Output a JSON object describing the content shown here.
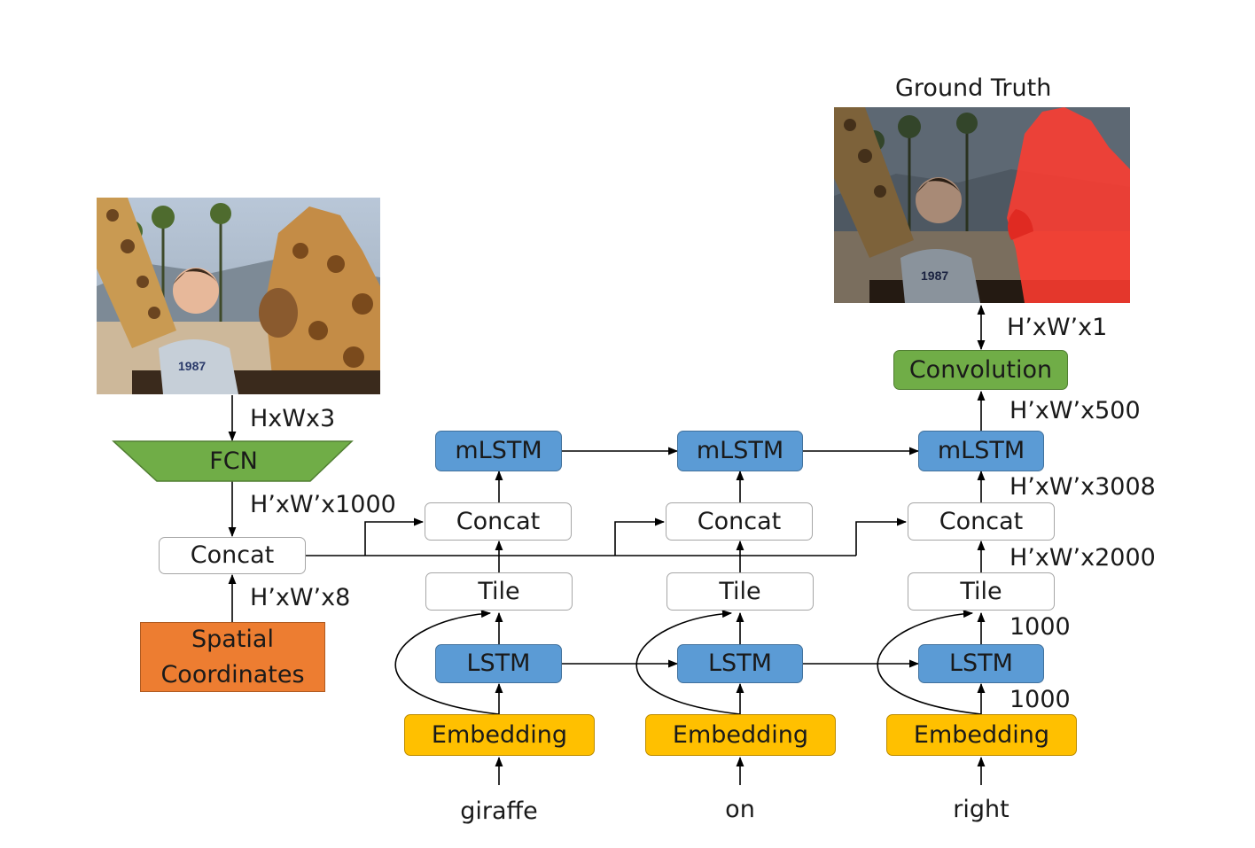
{
  "gt_title": "Ground Truth",
  "nodes": {
    "fcn": "FCN",
    "concat_main": "Concat",
    "spatial": "Spatial Coordinates",
    "convolution": "Convolution",
    "steps": [
      {
        "word": "giraffe",
        "embedding": "Embedding",
        "lstm": "LSTM",
        "tile": "Tile",
        "concat": "Concat",
        "mlstm": "mLSTM"
      },
      {
        "word": "on",
        "embedding": "Embedding",
        "lstm": "LSTM",
        "tile": "Tile",
        "concat": "Concat",
        "mlstm": "mLSTM"
      },
      {
        "word": "right",
        "embedding": "Embedding",
        "lstm": "LSTM",
        "tile": "Tile",
        "concat": "Concat",
        "mlstm": "mLSTM"
      }
    ]
  },
  "dims": {
    "input": "HxWx3",
    "fcn_out": "H’xW’x1000",
    "spatial_out": "H’xW’x8",
    "embed_out": "1000",
    "lstm_out": "1000",
    "tile_out": "H’xW’x2000",
    "concat_out": "H’xW’x3008",
    "mlstm_out": "H’xW’x500",
    "conv_out": "H’xW’x1"
  },
  "colors": {
    "lstm": "#5b9bd5",
    "embedding": "#ffc000",
    "fcn": "#70ad47",
    "spatial": "#ed7d31",
    "mask": "#ff3b30"
  }
}
